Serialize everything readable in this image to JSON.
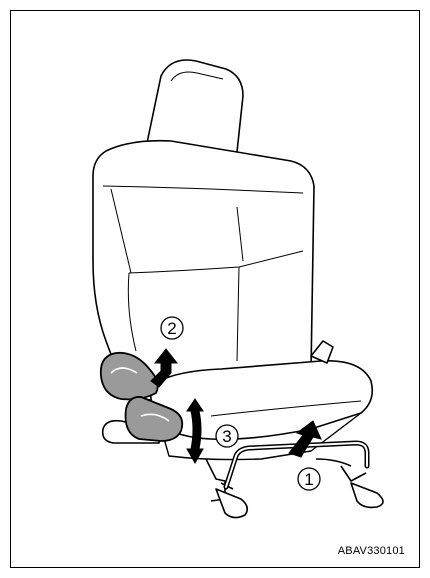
{
  "figure": {
    "callouts": [
      {
        "id": "1"
      },
      {
        "id": "2"
      },
      {
        "id": "3"
      }
    ],
    "code": "ABAV330101"
  },
  "icons": {
    "arrow_color": "#000000",
    "lever_fill": "#9a9a9a"
  }
}
